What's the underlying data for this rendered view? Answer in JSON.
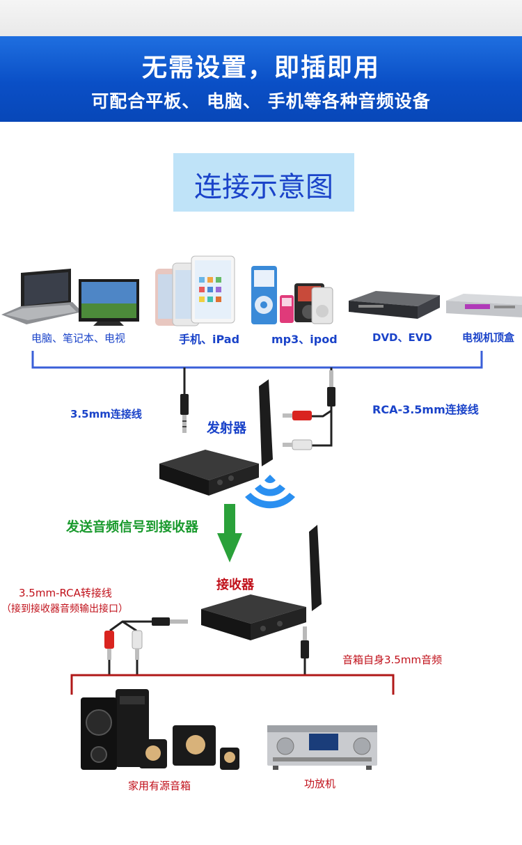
{
  "banner": {
    "title": "无需设置，即插即用",
    "subtitle": "可配合平板、 电脑、 手机等各种音频设备"
  },
  "section": {
    "title": "连接示意图"
  },
  "sources": [
    {
      "label": "电脑、笔记本、电视"
    },
    {
      "label": "手机、iPad"
    },
    {
      "label": "mp3、ipod"
    },
    {
      "label": "DVD、EVD"
    },
    {
      "label": "电视机顶盒"
    }
  ],
  "cables": {
    "aux_left": "3.5mm连接线",
    "rca_right": "RCA-3.5mm连接线",
    "rca_converter_line1": "3.5mm-RCA转接线",
    "rca_converter_line2": "（接到接收器音频输出接口）",
    "speaker_aux": "音箱自身3.5mm音频"
  },
  "devices": {
    "transmitter": "发射器",
    "receiver": "接收器"
  },
  "flow": {
    "send_text": "发送音频信号到接收器"
  },
  "outputs": [
    {
      "label": "家用有源音箱"
    },
    {
      "label": "功放机"
    }
  ],
  "colors": {
    "banner": "#0a4fc6",
    "blue_text": "#1a43c9",
    "green_text": "#1a9a2e",
    "red_text": "#c0101a",
    "section_bg": "#bfe3f8"
  }
}
